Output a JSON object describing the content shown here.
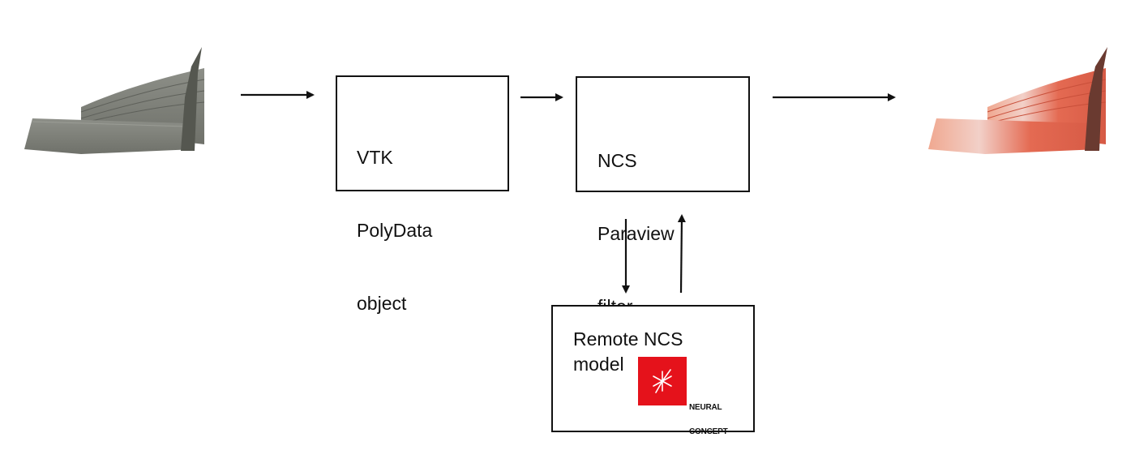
{
  "diagram": {
    "box_vtk": {
      "lines": [
        "VTK",
        "PolyData",
        "object"
      ]
    },
    "box_ncs_filter": {
      "lines": [
        "NCS",
        "Paraview",
        "filter"
      ]
    },
    "box_remote": {
      "line1": "Remote NCS",
      "line2": "model",
      "logo_text_line1": "NEURAL",
      "logo_text_line2": "CONCEPT",
      "logo_color": "#e5121b"
    },
    "input_wing_color": "#7d7f78",
    "output_wing_color": "#e0705a"
  }
}
